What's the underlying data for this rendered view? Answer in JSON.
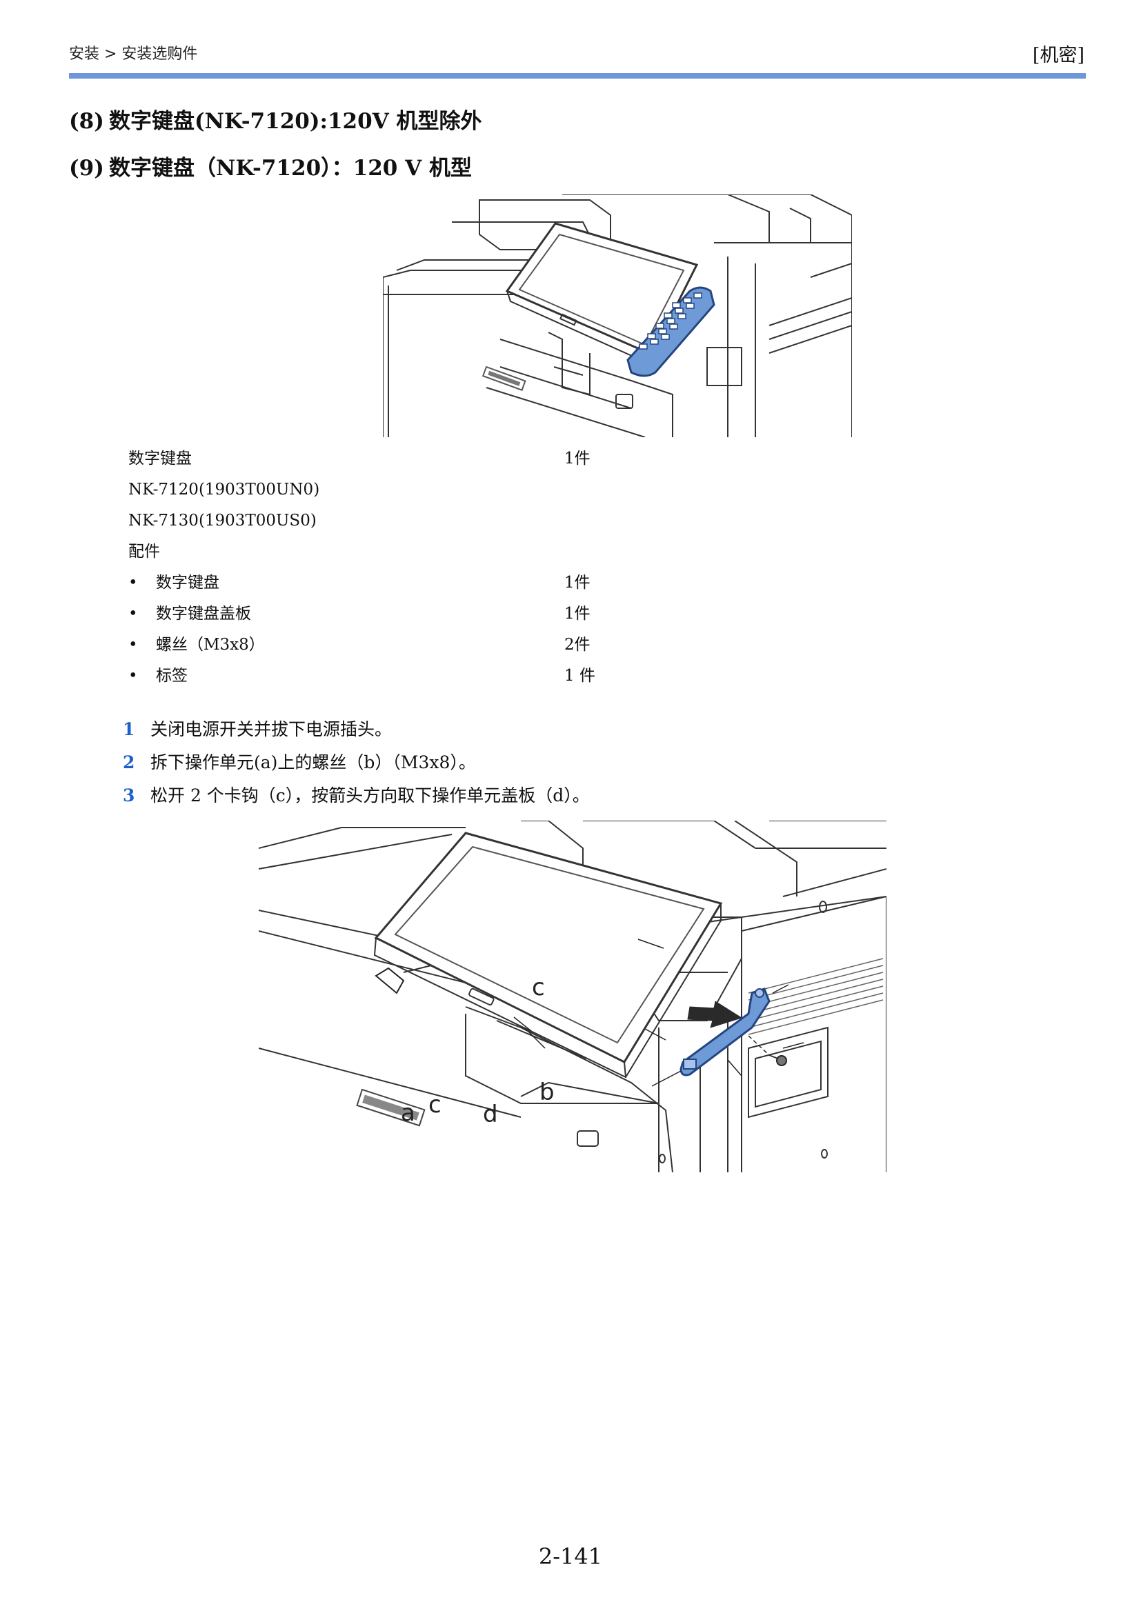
{
  "header": {
    "breadcrumb": "安装 > 安装选购件",
    "classification": "[机密]"
  },
  "headings": [
    {
      "num": "(8)",
      "text": "数字键盘(NK-7120):120V 机型除外"
    },
    {
      "num": "(9)",
      "text": "数字键盘（NK-7120）：120 V 机型"
    }
  ],
  "parts": {
    "main_name": "数字键盘",
    "main_qty": "1件",
    "models": [
      "NK-7120(1903T00UN0)",
      "NK-7130(1903T00US0)"
    ],
    "accessories_title": "配件",
    "accessories": [
      {
        "name": "数字键盘",
        "qty": "1件"
      },
      {
        "name": "数字键盘盖板",
        "qty": "1件"
      },
      {
        "name": "螺丝（M3x8）",
        "qty": "2件"
      },
      {
        "name": "标签",
        "qty": "1 件"
      }
    ]
  },
  "steps": [
    {
      "num": "1",
      "text": "关闭电源开关并拔下电源插头。"
    },
    {
      "num": "2",
      "text": "拆下操作单元(a)上的螺丝（b）（M3x8）。"
    },
    {
      "num": "3",
      "text": "松开 2 个卡钩（c），按箭头方向取下操作单元盖板（d）。"
    }
  ],
  "figure2_labels": {
    "a": "a",
    "b": "b",
    "c1": "c",
    "c2": "c",
    "d": "d"
  },
  "colors": {
    "accent_rule": "#6f96d9",
    "step_number": "#1e5fcf",
    "highlight_part": "#6e9bd8"
  },
  "page_number": "2-141"
}
